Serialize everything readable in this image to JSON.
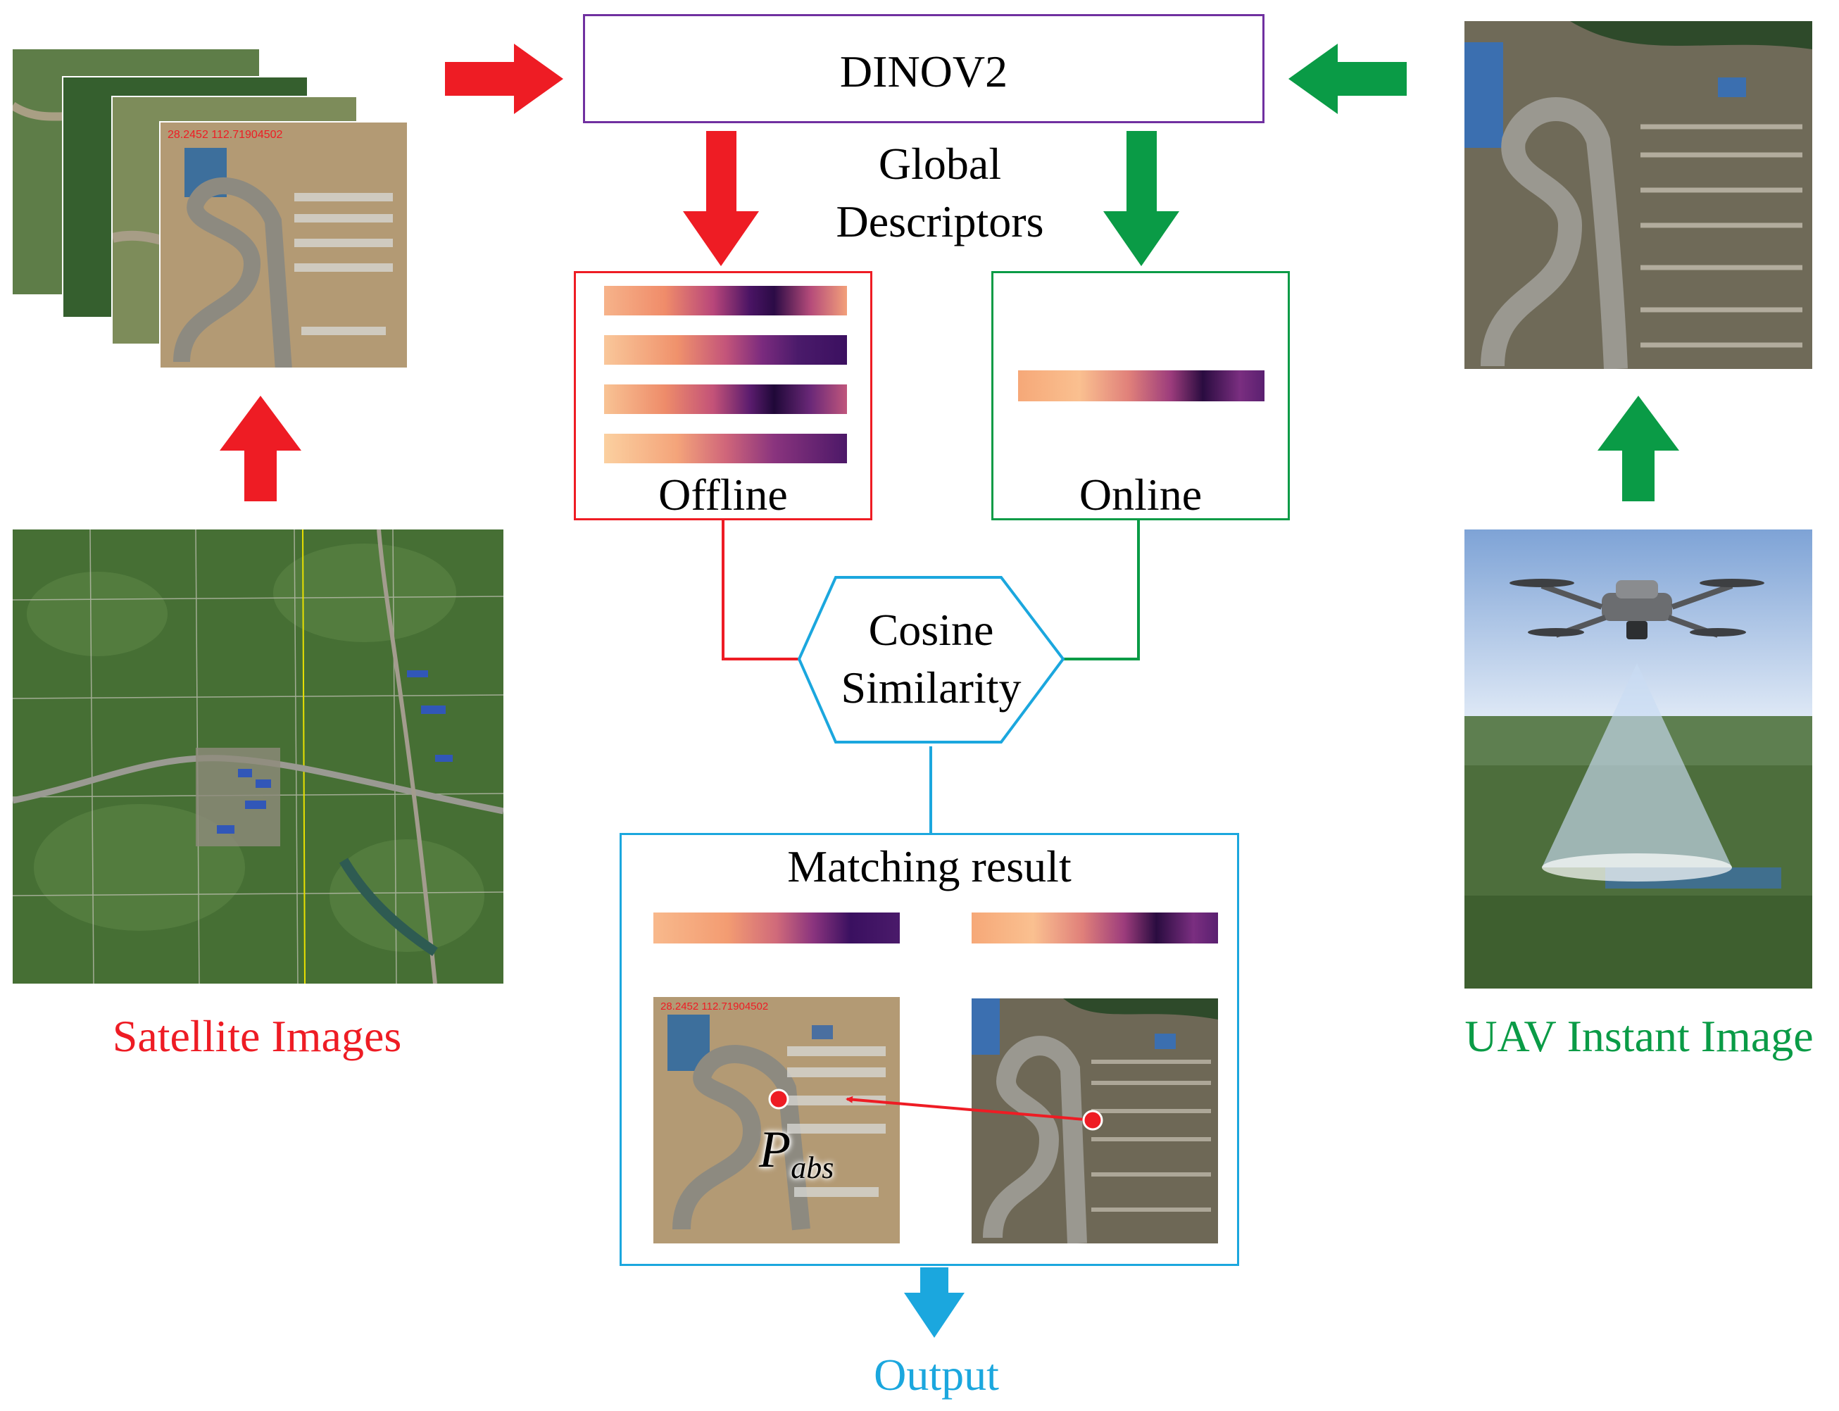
{
  "top_box": {
    "label": "DINOV2"
  },
  "global_descriptors": {
    "line1": "Global",
    "line2": "Descriptors"
  },
  "offline": {
    "label": "Offline"
  },
  "online": {
    "label": "Online"
  },
  "cosine": {
    "line1": "Cosine",
    "line2": "Similarity"
  },
  "matching": {
    "label": "Matching result",
    "point_symbol": "P",
    "point_subscript": "abs"
  },
  "output": {
    "label": "Output"
  },
  "satellite": {
    "label": "Satellite Images",
    "coord_text": "28.2452 112.71904502"
  },
  "uav": {
    "label": "UAV Instant Image"
  },
  "colors": {
    "offline_red": "#ee1c24",
    "online_green": "#0a9b46",
    "cosine_blue": "#1ba7de",
    "dinov2_purple": "#7030a0",
    "output_blue": "#1ba7de"
  }
}
